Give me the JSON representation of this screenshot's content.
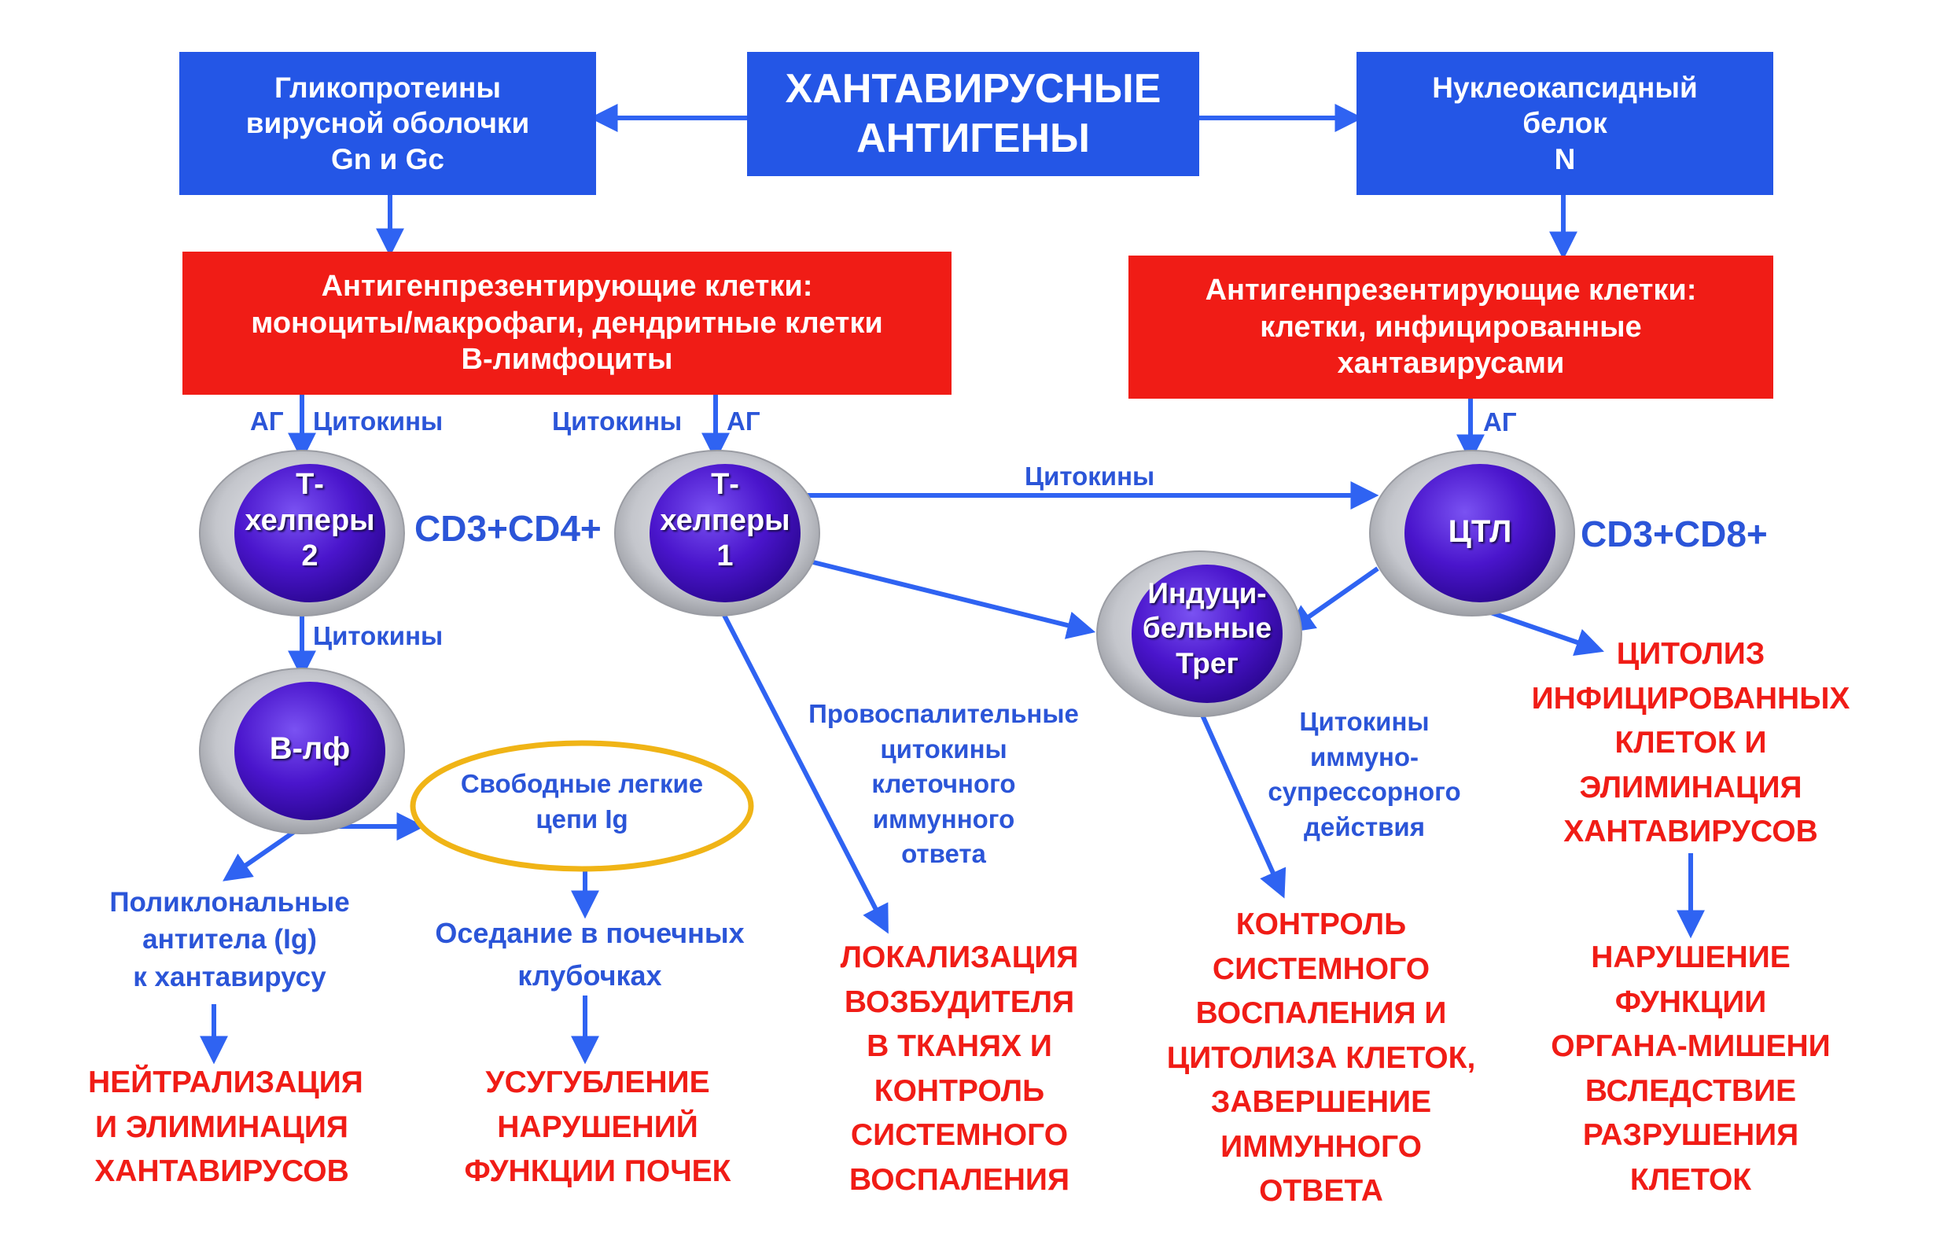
{
  "colors": {
    "blue_box": "#2456e6",
    "red_box": "#f01c16",
    "arrow_blue": "#2f63f2",
    "label_blue": "#2b55d8",
    "result_red": "#f01c16",
    "cell_outer": "#c8cad0",
    "cell_inner": "#4a15cc",
    "oval_border": "#f0b416"
  },
  "top": {
    "title": [
      "ХАНТАВИРУСНЫЕ",
      "АНТИГЕНЫ"
    ],
    "left": [
      "Гликопротеины",
      "вирусной оболочки",
      "Gn и Gc"
    ],
    "right": [
      "Нуклеокапсидный",
      "белок",
      "N"
    ]
  },
  "apc": {
    "left": [
      "Антигенпрезентирующие клетки:",
      "моноциты/макрофаги, дендритные клетки",
      "В-лимфоциты"
    ],
    "right": [
      "Антигенпрезентирующие клетки:",
      "клетки, инфицированные",
      "хантавирусами"
    ]
  },
  "arrow_labels": {
    "ag1": "АГ",
    "cyt1": "Цитокины",
    "cyt2": "Цитокины",
    "ag2": "АГ",
    "ag3": "АГ",
    "cyt_th1_ctl": "Цитокины",
    "cyt_th2_b": "Цитокины"
  },
  "cells": {
    "th2": [
      "Т-",
      "хелперы",
      "2"
    ],
    "th1": [
      "Т-",
      "хелперы",
      "1"
    ],
    "ctl": [
      "ЦТЛ"
    ],
    "treg": [
      "Индуци-",
      "бельные",
      "Трег"
    ],
    "blf": [
      "В-лф"
    ]
  },
  "markers": {
    "cd4": "CD3+CD4+",
    "cd8": "CD3+CD8+"
  },
  "blue_notes": {
    "proinflam": [
      "Провоспалительные",
      "цитокины",
      "клеточного",
      "иммунного",
      "ответа"
    ],
    "immunosup": [
      "Цитокины",
      "иммуно-",
      "супрессорного",
      "действия"
    ],
    "free_chains": [
      "Свободные легкие",
      "цепи Ig"
    ],
    "polyclonal": [
      "Поликлональные",
      "антитела (Ig)",
      "к хантавирусу"
    ],
    "deposition": [
      "Оседание в почечных",
      "клубочках"
    ]
  },
  "results": {
    "neutralization": [
      "НЕЙТРАЛИЗАЦИЯ",
      "И ЭЛИМИНАЦИЯ",
      "ХАНТАВИРУСОВ"
    ],
    "kidney": [
      "УСУГУБЛЕНИЕ",
      "НАРУШЕНИЙ",
      "ФУНКЦИИ ПОЧЕК"
    ],
    "localization": [
      "ЛОКАЛИЗАЦИЯ",
      "ВОЗБУДИТЕЛЯ",
      "В ТКАНЯХ И",
      "КОНТРОЛЬ",
      "СИСТЕМНОГО",
      "ВОСПАЛЕНИЯ"
    ],
    "control": [
      "КОНТРОЛЬ",
      "СИСТЕМНОГО",
      "ВОСПАЛЕНИЯ И",
      "ЦИТОЛИЗА КЛЕТОК,",
      "ЗАВЕРШЕНИЕ",
      "ИММУННОГО",
      "ОТВЕТА"
    ],
    "cytolysis": [
      "ЦИТОЛИЗ",
      "ИНФИЦИРОВАННЫХ",
      "КЛЕТОК И",
      "ЭЛИМИНАЦИЯ",
      "ХАНТАВИРУСОВ"
    ],
    "organ": [
      "НАРУШЕНИЕ",
      "ФУНКЦИИ",
      "ОРГАНА-МИШЕНИ",
      "ВСЛЕДСТВИЕ",
      "РАЗРУШЕНИЯ",
      "КЛЕТОК"
    ]
  }
}
